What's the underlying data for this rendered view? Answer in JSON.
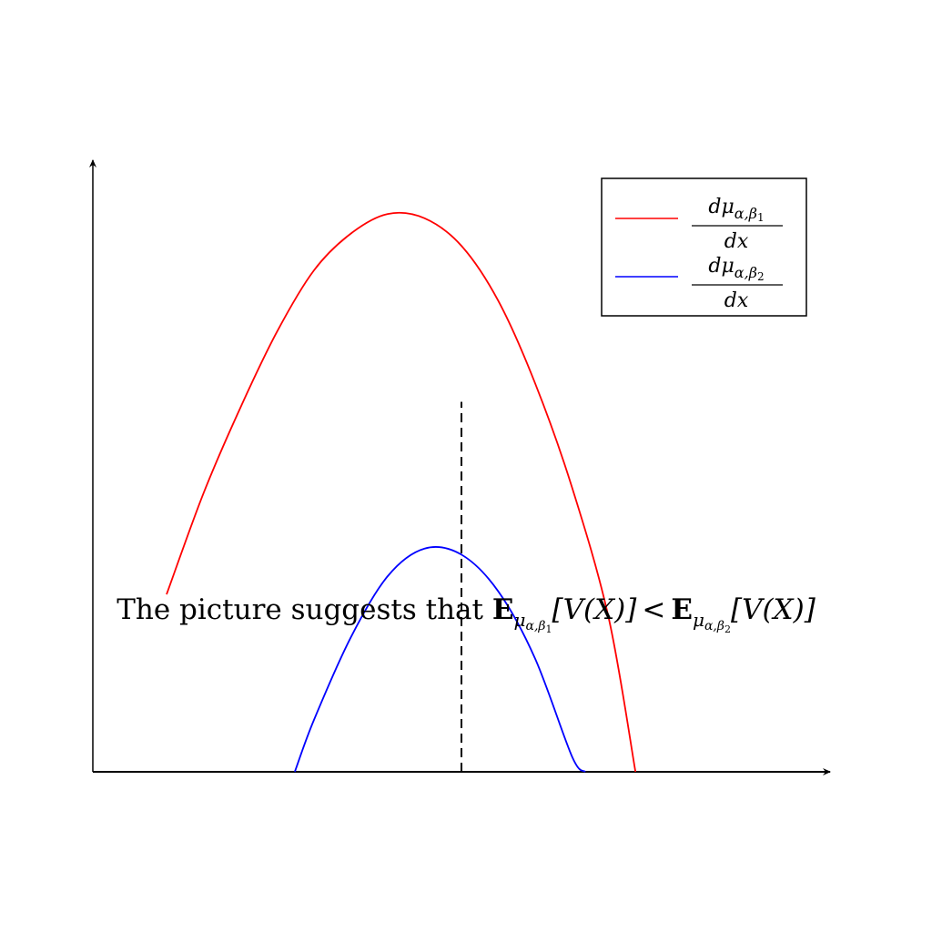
{
  "chart_data": {
    "type": "line",
    "title": "",
    "xlabel": "",
    "ylabel": "",
    "grid": false,
    "xlim": [
      0,
      10
    ],
    "ylim": [
      0,
      10
    ],
    "axes_colors": {
      "axis": "#000000"
    },
    "legend": {
      "placement": "top-right",
      "entries": [
        {
          "num_main": "dμ",
          "num_sub": "α,β",
          "num_subsub": "1",
          "den": "dx",
          "color": "#ff0000"
        },
        {
          "num_main": "dμ",
          "num_sub": "α,β",
          "num_subsub": "2",
          "den": "dx",
          "color": "#0000ff"
        }
      ]
    },
    "series": [
      {
        "color": "#ff0000",
        "x": [
          1.0,
          1.5,
          2.0,
          2.5,
          3.0,
          3.5,
          4.0,
          4.5,
          5.0,
          5.5,
          6.0,
          6.5,
          7.0,
          7.36
        ],
        "y": [
          2.9,
          4.55,
          5.95,
          7.2,
          8.2,
          8.8,
          9.12,
          9.05,
          8.6,
          7.7,
          6.35,
          4.65,
          2.5,
          0.0
        ]
      },
      {
        "color": "#0000ff",
        "x": [
          2.74,
          3.0,
          3.5,
          4.0,
          4.5,
          5.0,
          5.5,
          6.0,
          6.5,
          6.68
        ],
        "y": [
          0.0,
          0.85,
          2.2,
          3.2,
          3.65,
          3.55,
          2.95,
          1.85,
          0.25,
          0.0
        ]
      }
    ],
    "reference_line": {
      "x": 5.0,
      "y_top": 6.05,
      "style": "dashed",
      "color": "#000000"
    },
    "annotation": {
      "prefix": "The picture suggests that ",
      "E": "E",
      "mu": "μ",
      "ab": "α,β",
      "sub1": "1",
      "sub2": "2",
      "vx": "[V(X)]",
      "lt": "<"
    }
  }
}
